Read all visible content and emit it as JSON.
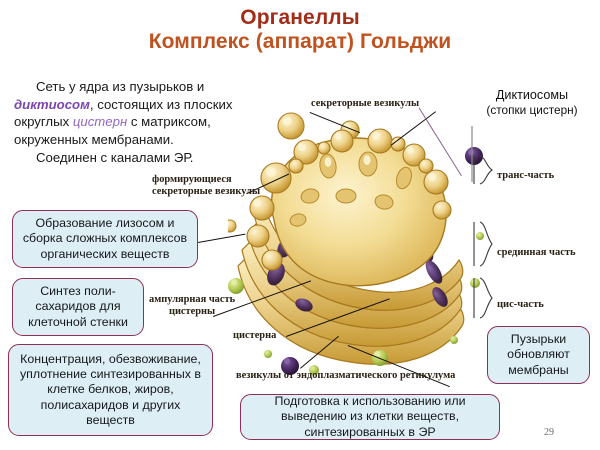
{
  "slide": {
    "page_number": "29",
    "background_color": "#ffffff"
  },
  "title": {
    "line1": "Органеллы",
    "line2": "Комплекс (аппарат) Гольджи",
    "color_line1": "#a32b17",
    "color_line2": "#c0521f"
  },
  "intro": {
    "sentence1_part1": "Сеть у ядра из пузырьков и ",
    "term_dictiosom": "диктиосом",
    "sentence1_part2": ", состоящих из плоских округлых ",
    "term_cistern": "цистерн",
    "sentence1_part3": " с матриксом, окруженных мембранами.",
    "sentence2": "Соединен с каналами ЭР."
  },
  "callouts": {
    "border_color": "#8e2f55",
    "fill_color": "#ddeef4",
    "lysosome_formation": "Образование лизосом и сборка сложных комплексов органических веществ",
    "polysaccharide_synthesis": "Синтез поли-сахаридов для клеточной стенки",
    "concentration": "Концентрация, обезвоживание, уплотнение синтезированных в клетке белков, жиров, полисахаридов и других веществ",
    "vesicles_renew_membranes": "Пузырьки обновляют мембраны",
    "preparation": "Подготовка к использованию или выведению из клетки веществ, синтезированных в ЭР"
  },
  "right_labels": {
    "dictiosomy_line1": "Диктиосомы",
    "dictiosomy_line2": "(стопки цистерн)",
    "trans_part": "транс-часть",
    "median_part": "срединная часть",
    "cis_part": "цис-часть"
  },
  "diagram_labels": {
    "secretory_vesicles": "секреторные везикулы",
    "forming_vesicles_line1": "формирующиеся",
    "forming_vesicles_line2": "секреторные везикулы",
    "ampullar_line1": "ампулярная часть",
    "ampullar_line2": "цистерны",
    "cisterna": "цистерна",
    "er_vesicles": "везикулы от эндоплазматического ретикулума"
  },
  "illustration": {
    "name": "golgi-apparatus-diagram",
    "colors": {
      "golgi_light": "#f6e4a8",
      "golgi_mid": "#e8c96a",
      "golgi_dark": "#c99a33",
      "golgi_outline": "#a8791f",
      "lumen_dark": "#3a2450",
      "vesicle_green": "#a8bf4e",
      "vesicle_purple": "#4a2a63"
    }
  }
}
